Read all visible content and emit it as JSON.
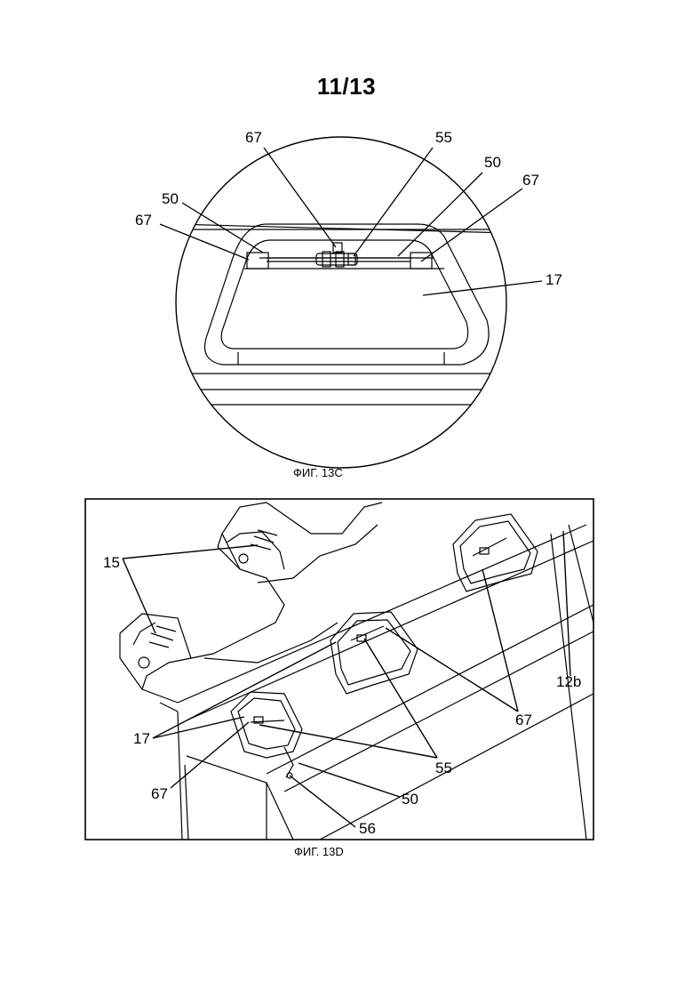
{
  "page": {
    "sheet_number": "11/13"
  },
  "figure_13c": {
    "caption": "ФИГ. 13С",
    "labels": {
      "l67a": "67",
      "l55": "55",
      "l50a": "50",
      "l67b": "67",
      "l50b": "50",
      "l67c": "67",
      "l17": "17"
    }
  },
  "figure_13d": {
    "caption": "ФИГ. 13D",
    "labels": {
      "l15": "15",
      "l12b": "12b",
      "l67r": "67",
      "l17": "17",
      "l55": "55",
      "l67l": "67",
      "l50": "50",
      "l56": "56"
    }
  }
}
